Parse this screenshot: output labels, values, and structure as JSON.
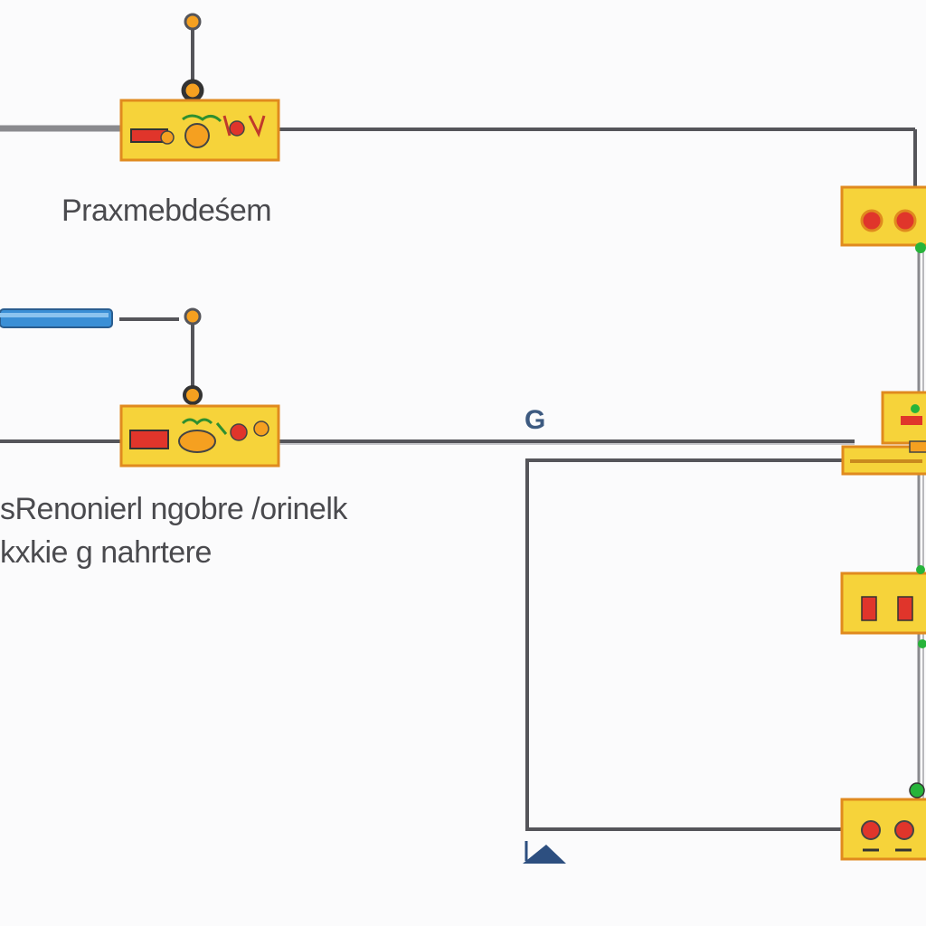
{
  "labels": {
    "top": "Praxmebdeśem",
    "middle_line1": "sRenonierl ngobre /orinelk",
    "middle_line2": "kxkie g nahrtere",
    "g_mark": "G"
  },
  "colors": {
    "module_fill": "#f6d33a",
    "module_border": "#e08a1e",
    "wire": "#55555a",
    "pipe_blue": "#3a8fd6",
    "led_red": "#e0352b",
    "led_orange": "#f5a020",
    "led_green": "#27b43a"
  },
  "icons": [
    "antenna-icon",
    "led-icon",
    "corner-arrow-icon"
  ]
}
